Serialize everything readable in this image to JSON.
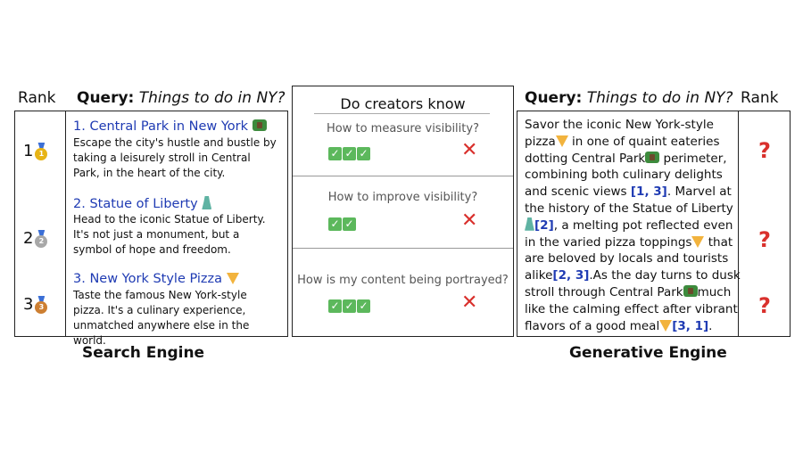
{
  "left_header": {
    "rank_label": "Rank",
    "query_label": "Query:",
    "query_text": "Things to do in NY?"
  },
  "search_results": [
    {
      "rank": "1",
      "title": "1. Central Park in New York",
      "icon": "park-icon",
      "body": "Escape the city's hustle and bustle by taking a leisurely stroll in Central Park, in the heart of the city."
    },
    {
      "rank": "2",
      "title": "2. Statue of Liberty",
      "icon": "liberty-icon",
      "body": "Head to the iconic Statue of Liberty. It's not just a monument, but a symbol of hope and freedom."
    },
    {
      "rank": "3",
      "title": "3. New York Style Pizza",
      "icon": "pizza-icon",
      "body": "Taste the famous New York-style pizza. It's a culinary experience, unmatched anywhere else in the world."
    }
  ],
  "middle": {
    "title": "Do creators know",
    "questions": [
      {
        "text": "How to measure visibility?",
        "checks": 3
      },
      {
        "text": "How to improve visibility?",
        "checks": 2
      },
      {
        "text": "How is my content being portrayed?",
        "checks": 3
      }
    ]
  },
  "right_header": {
    "query_label": "Query:",
    "query_text": "Things to do in NY?",
    "rank_label": "Rank"
  },
  "generative_lines": [
    "Savor the iconic New York-style",
    "pizza",
    " in one of quaint eateries",
    "dotting Central Park",
    " perimeter,",
    "combining both culinary delights",
    "and scenic views",
    "[1, 3]",
    ". Marvel at",
    "the history of the Statue of Liberty",
    "[2]",
    ", a melting pot reflected even",
    "in the varied pizza toppings",
    " that",
    "are beloved by locals and tourists",
    "alike",
    "[2, 3]",
    ".As the day turns to dusk",
    "stroll through Central Park",
    "much",
    "like the calming effect after vibrant",
    "flavors of a good meal",
    "[3, 1]",
    "."
  ],
  "unknown_rank": "?",
  "captions": {
    "left": "Search Engine",
    "right": "Generative Engine"
  },
  "colors": {
    "link_blue": "#1f3bb3",
    "cross_red": "#d9302c",
    "check_green": "#5cb85c"
  }
}
